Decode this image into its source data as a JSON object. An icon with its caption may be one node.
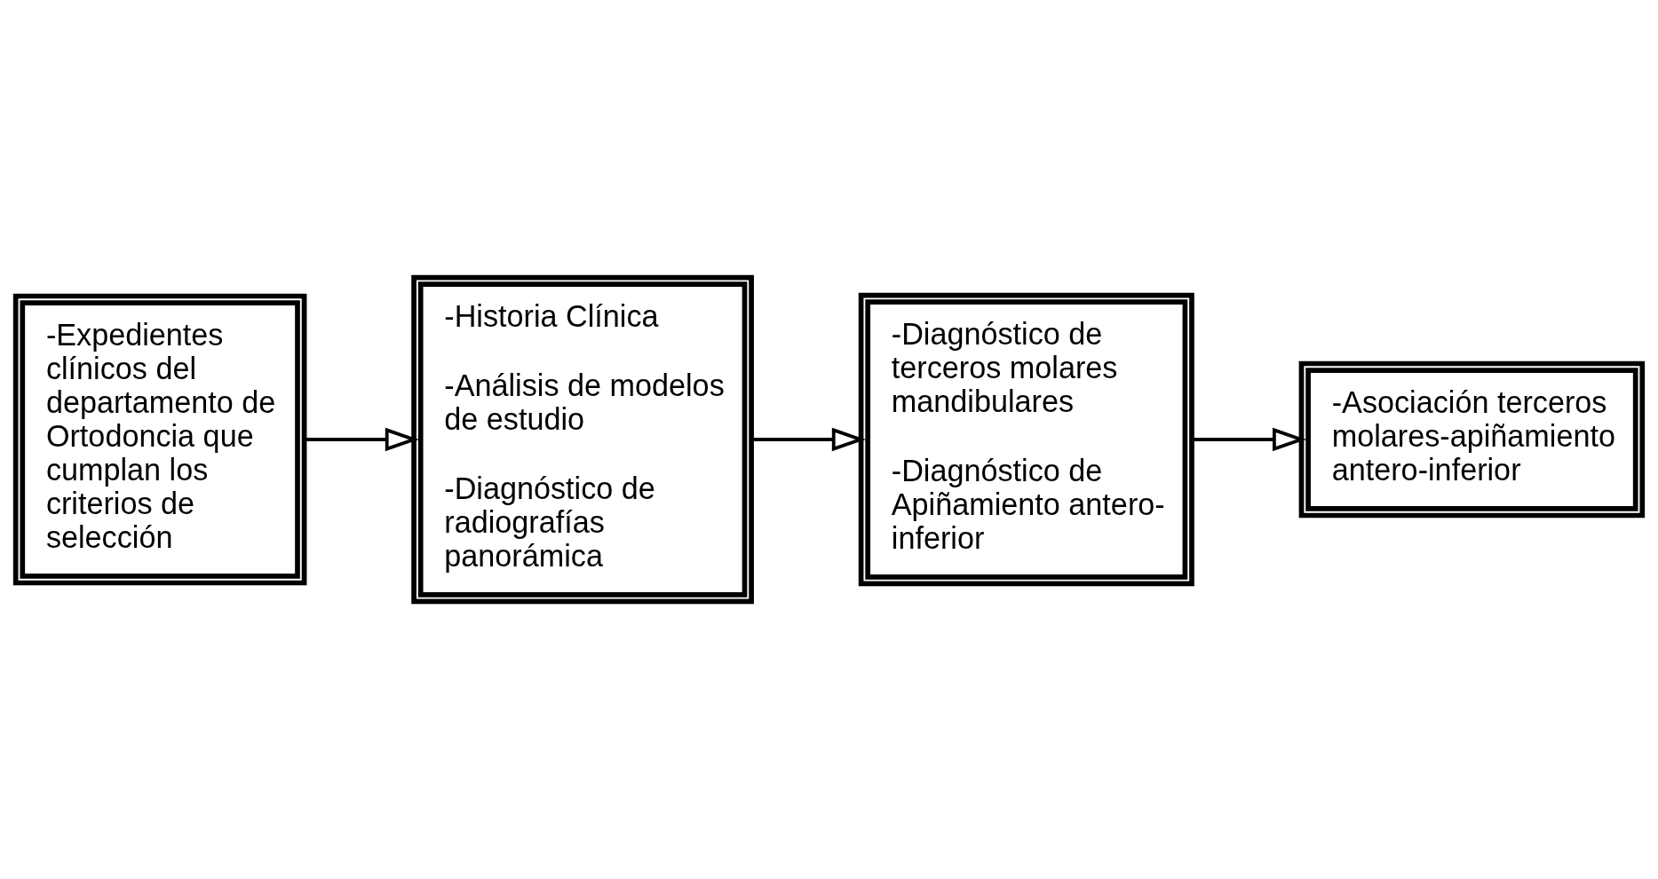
{
  "diagram": {
    "nodes": [
      {
        "text": [
          "-Expedientes clínicos del departamento de Ortodoncia que cumplan los criterios de selección"
        ]
      },
      {
        "text": [
          "-Historia Clínica",
          "-Análisis de modelos de estudio",
          "-Diagnóstico de radiografías panorámica"
        ]
      },
      {
        "text": [
          "-Diagnóstico de terceros molares mandibulares",
          "-Diagnóstico de Apiñamiento antero-inferior"
        ]
      },
      {
        "text": [
          "-Asociación terceros molares-apiñamiento antero-inferior"
        ]
      }
    ],
    "edges": [
      {
        "from": 0,
        "to": 1,
        "arrow": "to"
      },
      {
        "from": 1,
        "to": 2,
        "arrow": "to"
      },
      {
        "from": 2,
        "to": 3,
        "arrow": "to"
      }
    ]
  }
}
